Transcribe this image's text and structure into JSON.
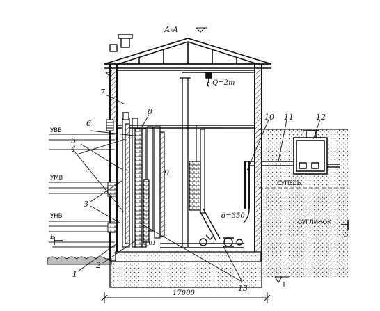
{
  "section_title": "А-А",
  "crane_label": "Q=2т",
  "water_levels": {
    "high": "УВВ",
    "mean": "УМВ",
    "low": "УНВ"
  },
  "soil_labels": {
    "upper": "СУПЕСЬ",
    "lower": "СУГЛИНОК"
  },
  "section_mark": "Б",
  "pipe_diameter": "d=350",
  "inlet_mark": "0,01",
  "overall_width": "17000",
  "callouts": [
    "1",
    "2",
    "3",
    "4",
    "5",
    "6",
    "7",
    "8",
    "9",
    "10",
    "11",
    "12",
    "13"
  ],
  "colors": {
    "ink": "#111111",
    "background": "#ffffff"
  }
}
